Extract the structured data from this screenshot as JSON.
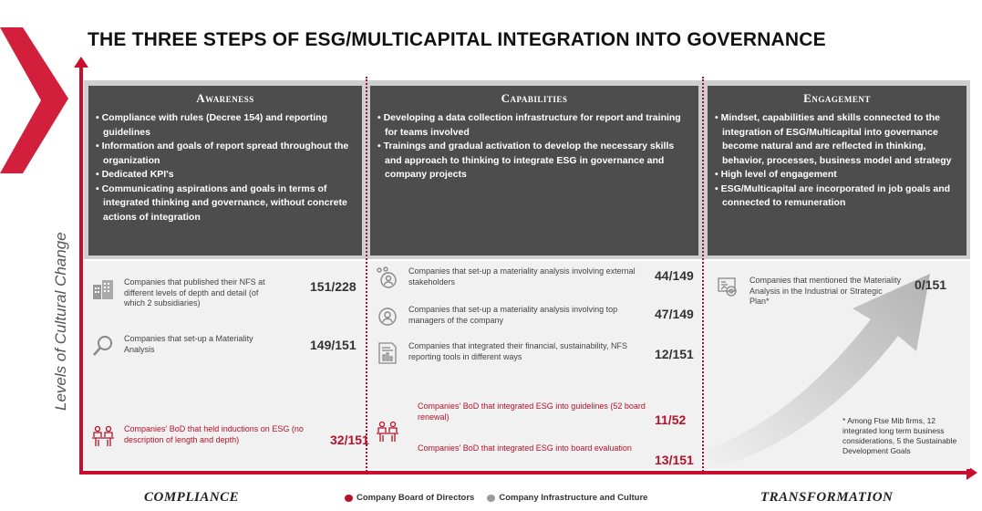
{
  "title": "THE THREE STEPS OF ESG/MULTICAPITAL INTEGRATION INTO GOVERNANCE",
  "y_axis_label": "Levels of Cultural Change",
  "colors": {
    "accent": "#c8102e",
    "box": "#4d4d4d",
    "box_frame": "#cfcfcf",
    "panel": "#f1f1f1",
    "arrow": "#b8b8b8"
  },
  "steps": [
    {
      "heading": "Awareness",
      "bullets": [
        "Compliance with rules (Decree 154) and reporting guidelines",
        "Information and goals of report spread throughout the organization",
        "Dedicated KPI's",
        "Communicating aspirations and goals in  terms of integrated thinking and governance, without concrete actions of integration"
      ],
      "items": [
        {
          "icon": "building-icon",
          "text": "Companies  that published  their NFS at different  levels of depth  and detail (of which 2 subsidiaries)",
          "value": "151/228",
          "red": false
        },
        {
          "icon": "magnifier-icon",
          "text": "Companies  that set-up  a Materiality  Analysis",
          "value": "149/151",
          "red": false
        },
        {
          "icon": "board-meeting-icon",
          "text": "Companies' BoD that held inductions on ESG (no description of length and depth)",
          "value": "32/151",
          "red": true
        }
      ]
    },
    {
      "heading": "Capabilities",
      "bullets": [
        "Developing a data collection infrastructure for report and training for teams involved",
        "Trainings and gradual activation to develop the necessary skills and approach to thinking to integrate ESG in governance and company projects"
      ],
      "items": [
        {
          "icon": "people-search-icon",
          "text": "Companies  that set-up  a materiality  analysis involving  external stakeholders",
          "value": "44/149",
          "red": false
        },
        {
          "icon": "manager-search-icon",
          "text": "Companies  that set-up  a materiality  analysis involving  top managers of the company",
          "value": "47/149",
          "red": false
        },
        {
          "icon": "report-chart-icon",
          "text": "Companies  that integrated  their financial, sustainability, NFS reporting  tools in  different ways",
          "value": "12/151",
          "red": false
        },
        {
          "icon": "board-meeting-icon",
          "text": "Companies'  BoD that integrated ESG into guidelines (52 board renewal)",
          "value": "11/52",
          "red": true
        },
        {
          "icon": "",
          "text": "Companies'  BoD that integrated  ESG into board evaluation",
          "value": "13/151",
          "red": true
        }
      ]
    },
    {
      "heading": "Engagement",
      "bullets": [
        "Mindset, capabilities and skills connected to the integration of ESG/Multicapital into governance become natural and are reflected in thinking, behavior, processes, business model and strategy",
        "High level of engagement",
        "ESG/Multicapital are incorporated in job goals and connected to remuneration"
      ],
      "items": [
        {
          "icon": "strategy-gear-icon",
          "text": "Companies  that mentioned  the Materiality Analysis in the Industrial  or Strategic Plan*",
          "value": "0/151",
          "red": false
        }
      ]
    }
  ],
  "footnote": "* Among Ftse Mib firms, 12 integrated long term business considerations, 5 the Sustainable Development Goals",
  "bottom": {
    "left": "COMPLIANCE",
    "right": "TRANSFORMATION"
  },
  "legend": [
    {
      "label": "Company Board of Directors",
      "color": "#b3122a"
    },
    {
      "label": "Company Infrastructure  and Culture",
      "color": "#9a9a9a"
    }
  ]
}
